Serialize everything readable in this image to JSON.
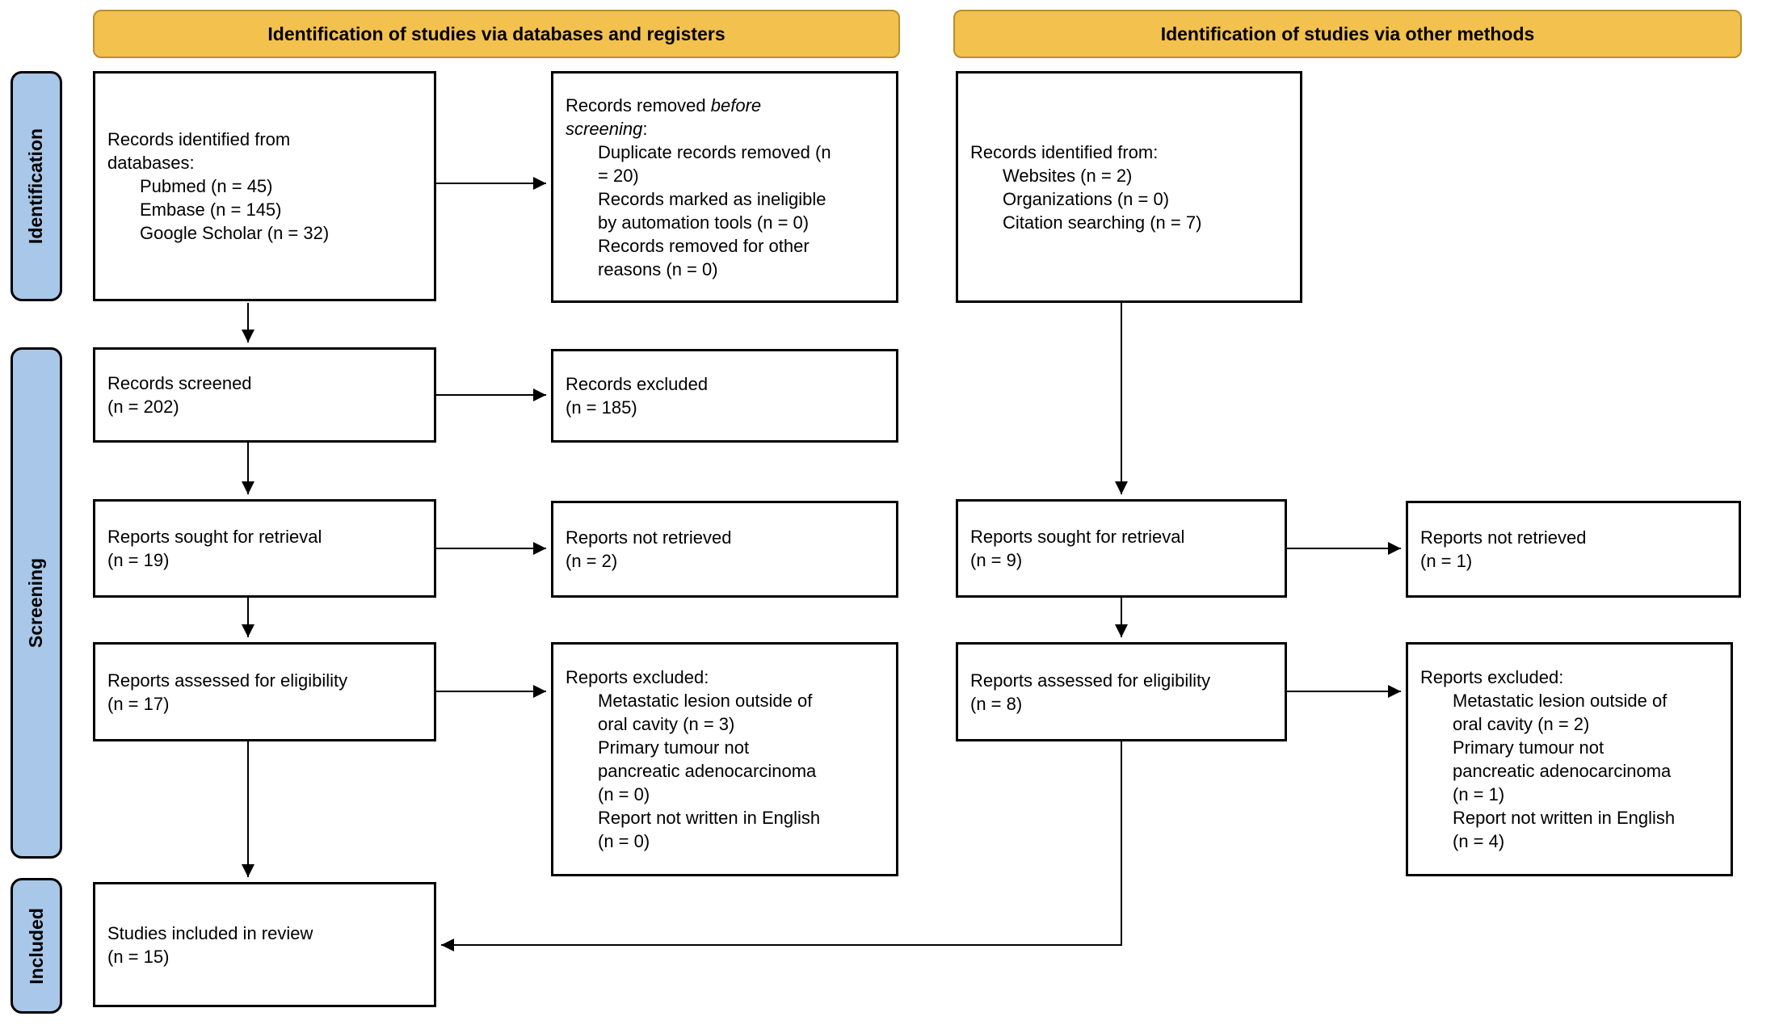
{
  "title_headers": [
    {
      "id": "databases",
      "label": "Identification of studies via databases and registers"
    },
    {
      "id": "other",
      "label": "Identification of studies via other methods"
    }
  ],
  "stage_labels": [
    {
      "id": "identification",
      "label": "Identification"
    },
    {
      "id": "screening",
      "label": "Screening"
    },
    {
      "id": "included",
      "label": "Included"
    }
  ],
  "colors": {
    "header_bg": "#F2C14E",
    "header_border": "#BD8D2E",
    "stage_bg": "#A9C7E8",
    "box_border": "#000000",
    "arrow": "#000000"
  },
  "boxes": {
    "identified-databases": {
      "lines": [
        {
          "t": "Records identified from",
          "i": 0
        },
        {
          "t": "databases:",
          "i": 0
        },
        {
          "t": "Pubmed (n = 45)",
          "i": 1
        },
        {
          "t": "Embase (n = 145)",
          "i": 1
        },
        {
          "t": "Google Scholar (n = 32)",
          "i": 1
        }
      ]
    },
    "records-removed": {
      "lines": [
        {
          "segs": [
            {
              "t": "Records removed "
            },
            {
              "t": "before",
              "em": true
            }
          ],
          "i": 0
        },
        {
          "segs": [
            {
              "t": "screening",
              "em": true
            },
            {
              "t": ":"
            }
          ],
          "i": 0
        },
        {
          "t": "Duplicate records removed (n",
          "i": 1
        },
        {
          "t": "= 20)",
          "i": 1
        },
        {
          "t": "Records marked as ineligible",
          "i": 1
        },
        {
          "t": "by automation tools (n = 0)",
          "i": 1
        },
        {
          "t": "Records removed for other",
          "i": 1
        },
        {
          "t": "reasons (n = 0)",
          "i": 1
        }
      ]
    },
    "identified-other": {
      "lines": [
        {
          "t": "Records identified from:",
          "i": 0
        },
        {
          "t": "Websites (n = 2)",
          "i": 1
        },
        {
          "t": "Organizations (n = 0)",
          "i": 1
        },
        {
          "t": "Citation searching (n = 7)",
          "i": 1
        }
      ]
    },
    "records-screened": {
      "lines": [
        {
          "t": "Records screened",
          "i": 0
        },
        {
          "t": "(n = 202)",
          "i": 0
        }
      ]
    },
    "records-excluded": {
      "lines": [
        {
          "t": "Records excluded",
          "i": 0
        },
        {
          "t": "(n = 185)",
          "i": 0
        }
      ]
    },
    "reports-sought-databases": {
      "lines": [
        {
          "t": "Reports sought for retrieval",
          "i": 0
        },
        {
          "t": "(n = 19)",
          "i": 0
        }
      ]
    },
    "reports-not-retrieved-databases": {
      "lines": [
        {
          "t": "Reports not retrieved",
          "i": 0
        },
        {
          "t": "(n = 2)",
          "i": 0
        }
      ]
    },
    "reports-sought-other": {
      "lines": [
        {
          "t": "Reports sought for retrieval",
          "i": 0
        },
        {
          "t": "(n = 9)",
          "i": 0
        }
      ]
    },
    "reports-not-retrieved-other": {
      "lines": [
        {
          "t": "Reports not retrieved",
          "i": 0
        },
        {
          "t": "(n = 1)",
          "i": 0
        }
      ]
    },
    "reports-assessed-databases": {
      "lines": [
        {
          "t": "Reports assessed for eligibility",
          "i": 0
        },
        {
          "t": "(n = 17)",
          "i": 0
        }
      ]
    },
    "reports-excluded-databases": {
      "lines": [
        {
          "t": "Reports excluded:",
          "i": 0
        },
        {
          "t": "Metastatic lesion outside of",
          "i": 1
        },
        {
          "t": "oral cavity (n = 3)",
          "i": 1
        },
        {
          "t": "Primary tumour not",
          "i": 1
        },
        {
          "t": "pancreatic adenocarcinoma",
          "i": 1
        },
        {
          "t": "(n = 0)",
          "i": 1
        },
        {
          "t": "Report not written in English",
          "i": 1
        },
        {
          "t": "(n = 0)",
          "i": 1
        }
      ]
    },
    "reports-assessed-other": {
      "lines": [
        {
          "t": "Reports assessed for eligibility",
          "i": 0
        },
        {
          "t": "(n = 8)",
          "i": 0
        }
      ]
    },
    "reports-excluded-other": {
      "lines": [
        {
          "t": "Reports excluded:",
          "i": 0
        },
        {
          "t": "Metastatic lesion outside of",
          "i": 1
        },
        {
          "t": "oral cavity (n = 2)",
          "i": 1
        },
        {
          "t": "Primary tumour not",
          "i": 1
        },
        {
          "t": "pancreatic adenocarcinoma",
          "i": 1
        },
        {
          "t": "(n = 1)",
          "i": 1
        },
        {
          "t": "Report not written in English",
          "i": 1
        },
        {
          "t": "(n = 4)",
          "i": 1
        }
      ]
    },
    "studies-included": {
      "lines": [
        {
          "t": "Studies included in review",
          "i": 0
        },
        {
          "t": "(n = 15)",
          "i": 0
        }
      ]
    }
  }
}
